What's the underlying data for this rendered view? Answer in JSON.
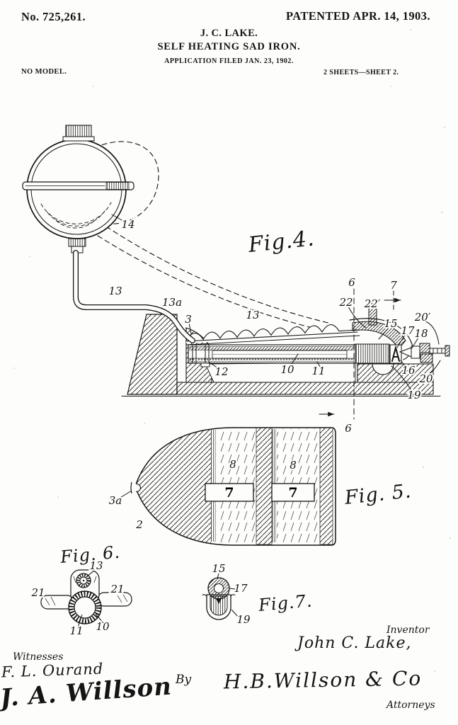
{
  "header": {
    "patent_number": "No. 725,261.",
    "patent_date": "PATENTED APR. 14, 1903.",
    "inventor_line": "J. C. LAKE.",
    "title": "SELF HEATING SAD IRON.",
    "application_line": "APPLICATION FILED JAN. 23, 1902.",
    "no_model": "NO MODEL.",
    "sheet_info": "2 SHEETS—SHEET 2."
  },
  "figures": {
    "fig4": {
      "caption": "Fig.4.",
      "labels": {
        "tank": "14",
        "pipe": "13",
        "pipe_bend": "13a",
        "inlet": "3",
        "pipe_raised": "13",
        "tube_cap": "12",
        "wick_tube": "10",
        "liner": "11",
        "section_top": "6",
        "section_bottom": "6",
        "damper": "22",
        "damper_stem": "22′",
        "view_dir": "7",
        "shoulder": "15",
        "sleeve": "17",
        "gland": "18",
        "stem_end": "20′",
        "seat": "16",
        "nut": "20",
        "cup": "19"
      }
    },
    "fig5": {
      "caption": "Fig. 5.",
      "labels": {
        "flue_left": "8",
        "flue_right": "8",
        "port_left": "7",
        "port_right": "7",
        "nose_notch": "3a",
        "sole": "2"
      }
    },
    "fig6": {
      "caption": "Fig. 6.",
      "labels": {
        "stem": "13",
        "wing_left": "21",
        "wing_right": "21",
        "bore": "11",
        "ring": "10"
      }
    },
    "fig7": {
      "caption": "Fig.7.",
      "labels": {
        "shoulder": "15",
        "sleeve": "17",
        "cup": "19"
      }
    }
  },
  "footer": {
    "witnesses_label": "Witnesses",
    "witness_signature_1": "F. L. Ourand",
    "witness_signature_2": "J. A. Willson",
    "by_label": "By",
    "inventor_label": "Inventor",
    "inventor_signature": "John C. Lake,",
    "attorney_signature": "H.B.Willson & Co",
    "attorneys_label": "Attorneys"
  }
}
